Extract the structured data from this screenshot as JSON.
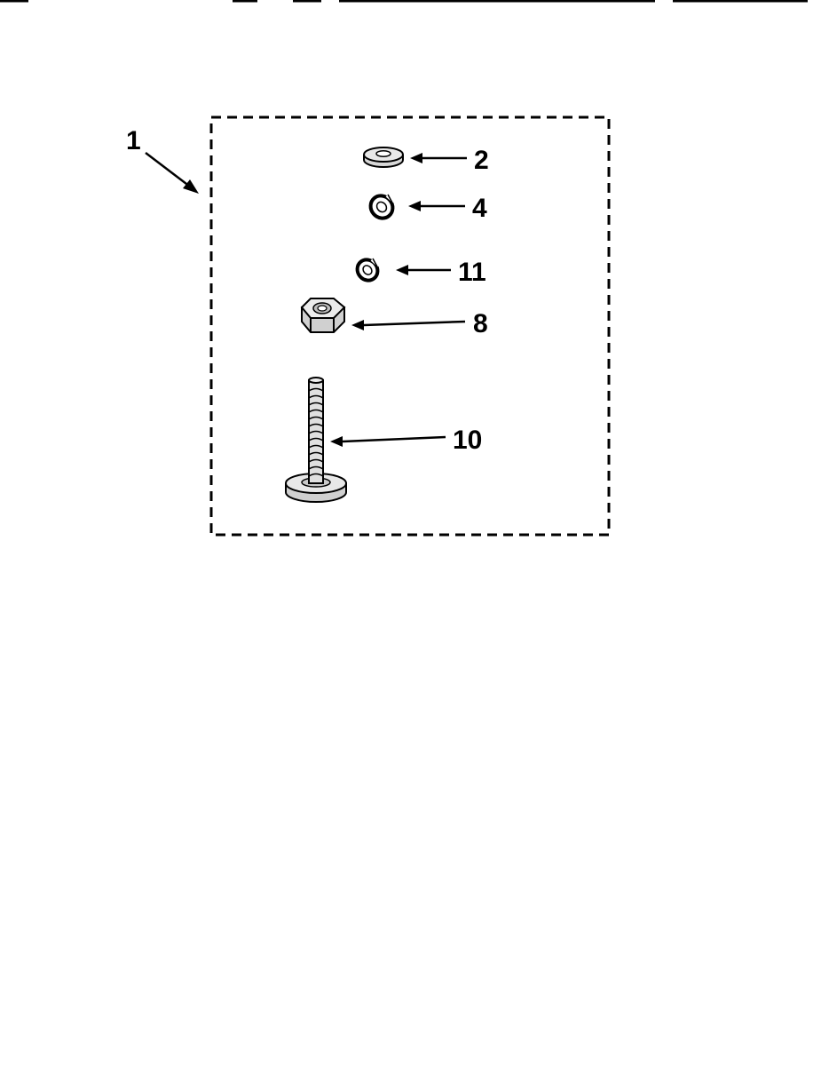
{
  "diagram": {
    "callouts": {
      "kit": "1",
      "washer": "2",
      "lock_washer": "4",
      "lock_washer_small": "11",
      "nut": "8",
      "bolt": "10"
    }
  }
}
